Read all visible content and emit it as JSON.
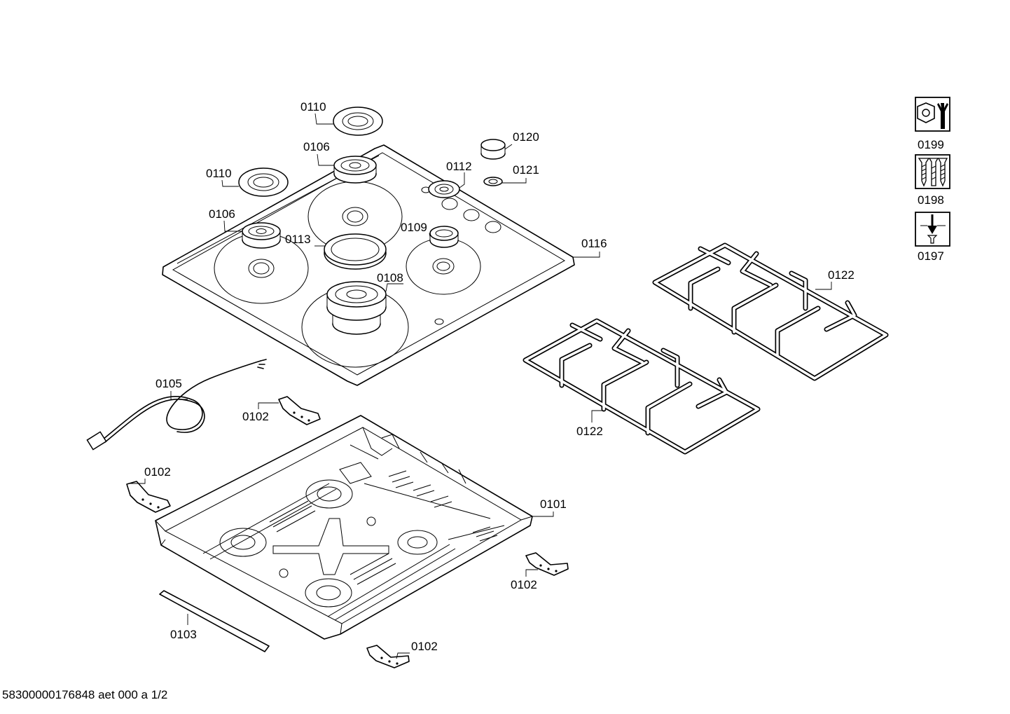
{
  "footer": {
    "text": "58300000176848 aet 000 a 1/2"
  },
  "labels": {
    "p0110a": "0110",
    "p0110b": "0110",
    "p0106a": "0106",
    "p0106b": "0106",
    "p0120": "0120",
    "p0112": "0112",
    "p0121": "0121",
    "p0113": "0113",
    "p0109": "0109",
    "p0116": "0116",
    "p0108": "0108",
    "p0105": "0105",
    "p0102a": "0102",
    "p0102b": "0102",
    "p0102c": "0102",
    "p0102d": "0102",
    "p0101": "0101",
    "p0103": "0103",
    "p0122a": "0122",
    "p0122b": "0122",
    "p0199": "0199",
    "p0198": "0198",
    "p0197": "0197"
  },
  "icons": {
    "p0199": "tool-nut-wrench-icon",
    "p0198": "screws-icon",
    "p0197": "screw-insert-icon"
  },
  "colors": {
    "line": "#000000",
    "background": "#ffffff"
  }
}
